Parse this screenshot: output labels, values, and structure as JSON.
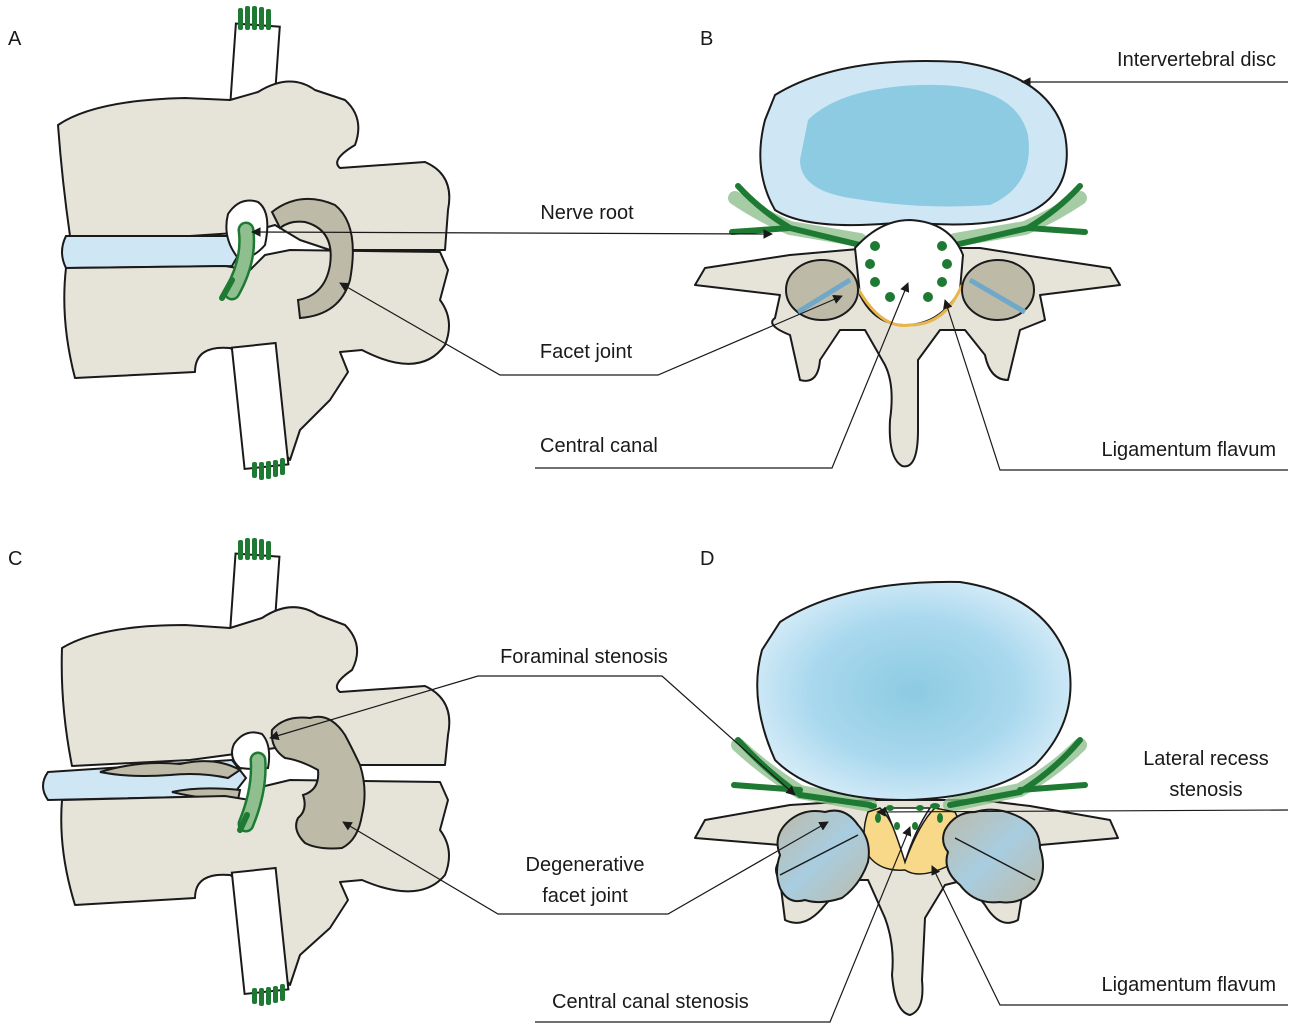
{
  "panels": {
    "a": "A",
    "b": "B",
    "c": "C",
    "d": "D"
  },
  "labels": {
    "intervertebral_disc": "Intervertebral disc",
    "nerve_root": "Nerve root",
    "facet_joint": "Facet joint",
    "central_canal": "Central canal",
    "ligamentum_flavum_top": "Ligamentum flavum",
    "foraminal_stenosis": "Foraminal stenosis",
    "lateral_recess_line1": "Lateral recess",
    "lateral_recess_line2": "stenosis",
    "degenerative_line1": "Degenerative",
    "degenerative_line2": "facet joint",
    "central_canal_stenosis": "Central canal stenosis",
    "ligamentum_flavum_bottom": "Ligamentum flavum"
  },
  "colors": {
    "bone": "#e6e4d9",
    "disc_outer": "#cfe6f5",
    "disc_inner": "#8ccbe2",
    "nerve": "#1e7a32",
    "facet": "#bdbaa8",
    "ligament": "#f8d98a"
  }
}
